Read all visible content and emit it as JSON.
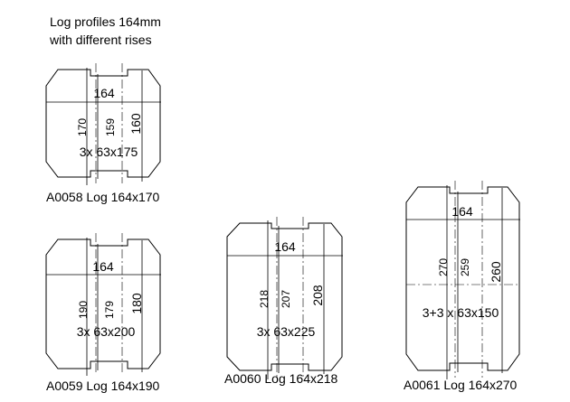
{
  "header": {
    "line1": "Log profiles 164mm",
    "line2": "with different rises"
  },
  "profiles": [
    {
      "caption": "A0058 Log 164x170",
      "width_label": "164",
      "height_outer": "170",
      "height_inner": "159",
      "height_mid": "160",
      "pieces": "3x 63x175"
    },
    {
      "caption": "A0059 Log 164x190",
      "width_label": "164",
      "height_outer": "190",
      "height_inner": "179",
      "height_mid": "180",
      "pieces": "3x 63x200"
    },
    {
      "caption": "A0060 Log 164x218",
      "width_label": "164",
      "height_outer": "218",
      "height_inner": "207",
      "height_mid": "208",
      "pieces": "3x 63x225"
    },
    {
      "caption": "A0061 Log 164x270",
      "width_label": "164",
      "height_outer": "270",
      "height_inner": "259",
      "height_mid": "260",
      "pieces": "3+3 x 63x150"
    }
  ]
}
